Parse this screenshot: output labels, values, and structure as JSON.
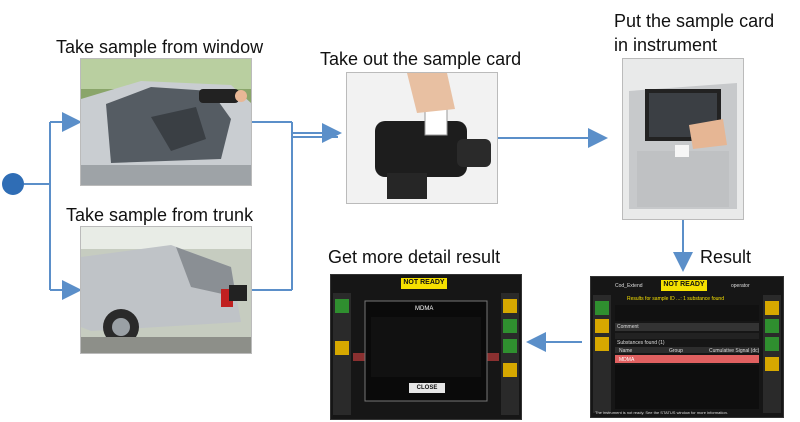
{
  "steps": {
    "window_label": "Take sample from window",
    "trunk_label": "Take sample from trunk",
    "card_label": "Take out the sample card",
    "instrument_label_line1": "Put the sample card",
    "instrument_label_line2": "in instrument",
    "result_label": "Result",
    "detail_label": "Get more detail result"
  },
  "result_screen": {
    "status": "NOT READY",
    "header_left": "Cod_Extend",
    "header_right": "operator",
    "title": "Results for sample ID ...: 1 substance found",
    "comment_label": "Comment",
    "substances_label": "Substances found (1)",
    "col_name": "Name",
    "col_group": "Group",
    "col_signal": "Cumulative Signal (dc)",
    "row_name": "MDMA",
    "footer": "The instrument is not ready. See the STATUS window for more information."
  },
  "detail_screen": {
    "status": "NOT READY",
    "dialog_title": "MDMA",
    "close_label": "CLOSE"
  },
  "colors": {
    "arrow": "#5b8fc9",
    "start_node": "#2f6db5",
    "status_yellow": "#f5e000",
    "row_red": "#e06060"
  }
}
